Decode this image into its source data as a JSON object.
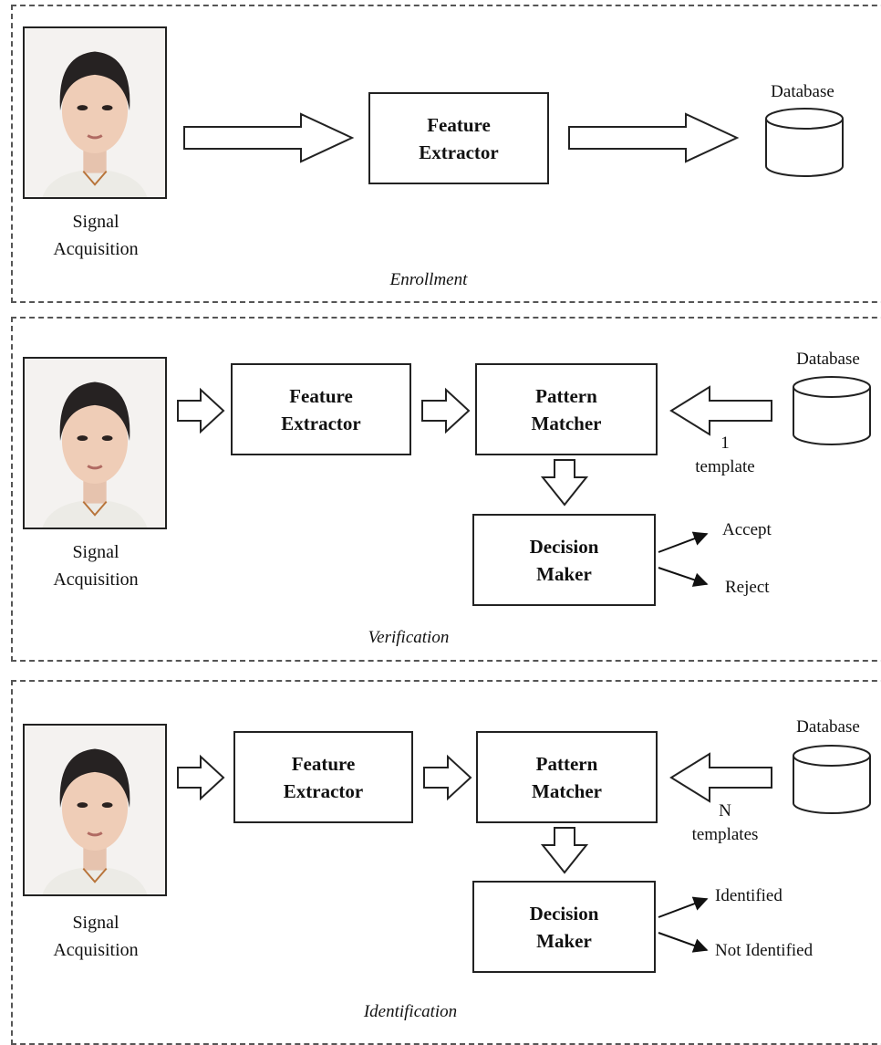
{
  "enrollment": {
    "caption": "Enrollment",
    "signal_label": "Signal\nAcquisition",
    "feature_extractor": "Feature\nExtractor",
    "database": "Database"
  },
  "verification": {
    "caption": "Verification",
    "signal_label": "Signal\nAcquisition",
    "feature_extractor": "Feature\nExtractor",
    "pattern_matcher": "Pattern\nMatcher",
    "decision_maker": "Decision\nMaker",
    "database": "Database",
    "template_note": "1\ntemplate",
    "outcomes": [
      "Accept",
      "Reject"
    ]
  },
  "identification": {
    "caption": "Identification",
    "signal_label": "Signal\nAcquisition",
    "feature_extractor": "Feature\nExtractor",
    "pattern_matcher": "Pattern\nMatcher",
    "decision_maker": "Decision\nMaker",
    "database": "Database",
    "template_note": "N\ntemplates",
    "outcomes": [
      "Identified",
      "Not Identified"
    ]
  },
  "icons": {
    "photo": "face-photo-icon",
    "database": "database-cylinder-icon",
    "flow_arrow": "hollow-arrow-icon"
  }
}
